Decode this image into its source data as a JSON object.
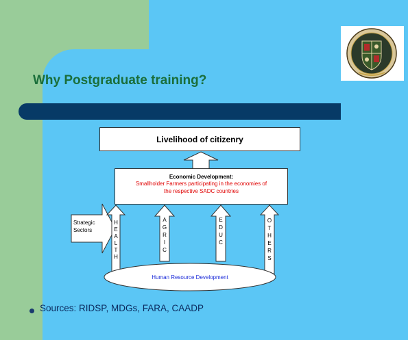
{
  "title": "Why Postgraduate training?",
  "diagram": {
    "top_box": "Livelihood of citizenry",
    "middle_box": {
      "heading": "Economic Development:",
      "text_line1": "Smallholder Farmers participating in the economies of",
      "text_line2": "the respective SADC countries"
    },
    "side_arrow_label_line1": "Strategic",
    "side_arrow_label_line2": "Sectors",
    "sector_arrows": [
      {
        "letters": [
          "H",
          "E",
          "A",
          "L",
          "T",
          "H"
        ]
      },
      {
        "letters": [
          "A",
          "G",
          "R",
          "I",
          "C"
        ]
      },
      {
        "letters": [
          "E",
          "D",
          "U",
          "C"
        ]
      },
      {
        "letters": [
          "O",
          "T",
          "H",
          "E",
          "R",
          "S"
        ]
      }
    ],
    "base_ellipse": "Human Resource Development"
  },
  "bullet": "Sources: RIDSP, MDGs, FARA, CAADP",
  "colors": {
    "green": "#99cc99",
    "blue": "#5bc6f5",
    "navy": "#073a66",
    "title": "#1a6e3a",
    "red": "#e00000"
  },
  "logo": "university-seal"
}
